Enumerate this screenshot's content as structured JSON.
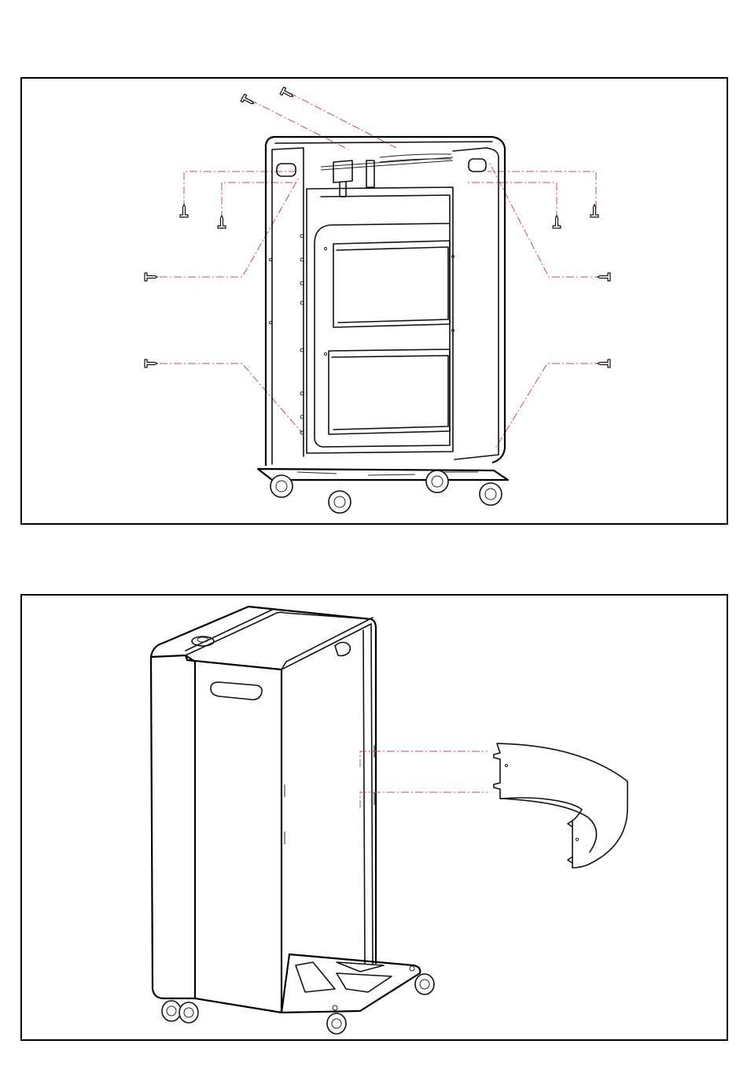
{
  "figures": [
    {
      "id": "step-fix-side-panels",
      "icons": [
        "screw-icon"
      ],
      "screw_count": 10
    },
    {
      "id": "step-fit-rear-cover",
      "icons": [
        "screw-hole-icon"
      ],
      "slot_count": 2
    }
  ],
  "colors": {
    "outline": "#111111",
    "assembly_guide": "#c0504d",
    "frame": "#000000",
    "background": "#ffffff"
  }
}
